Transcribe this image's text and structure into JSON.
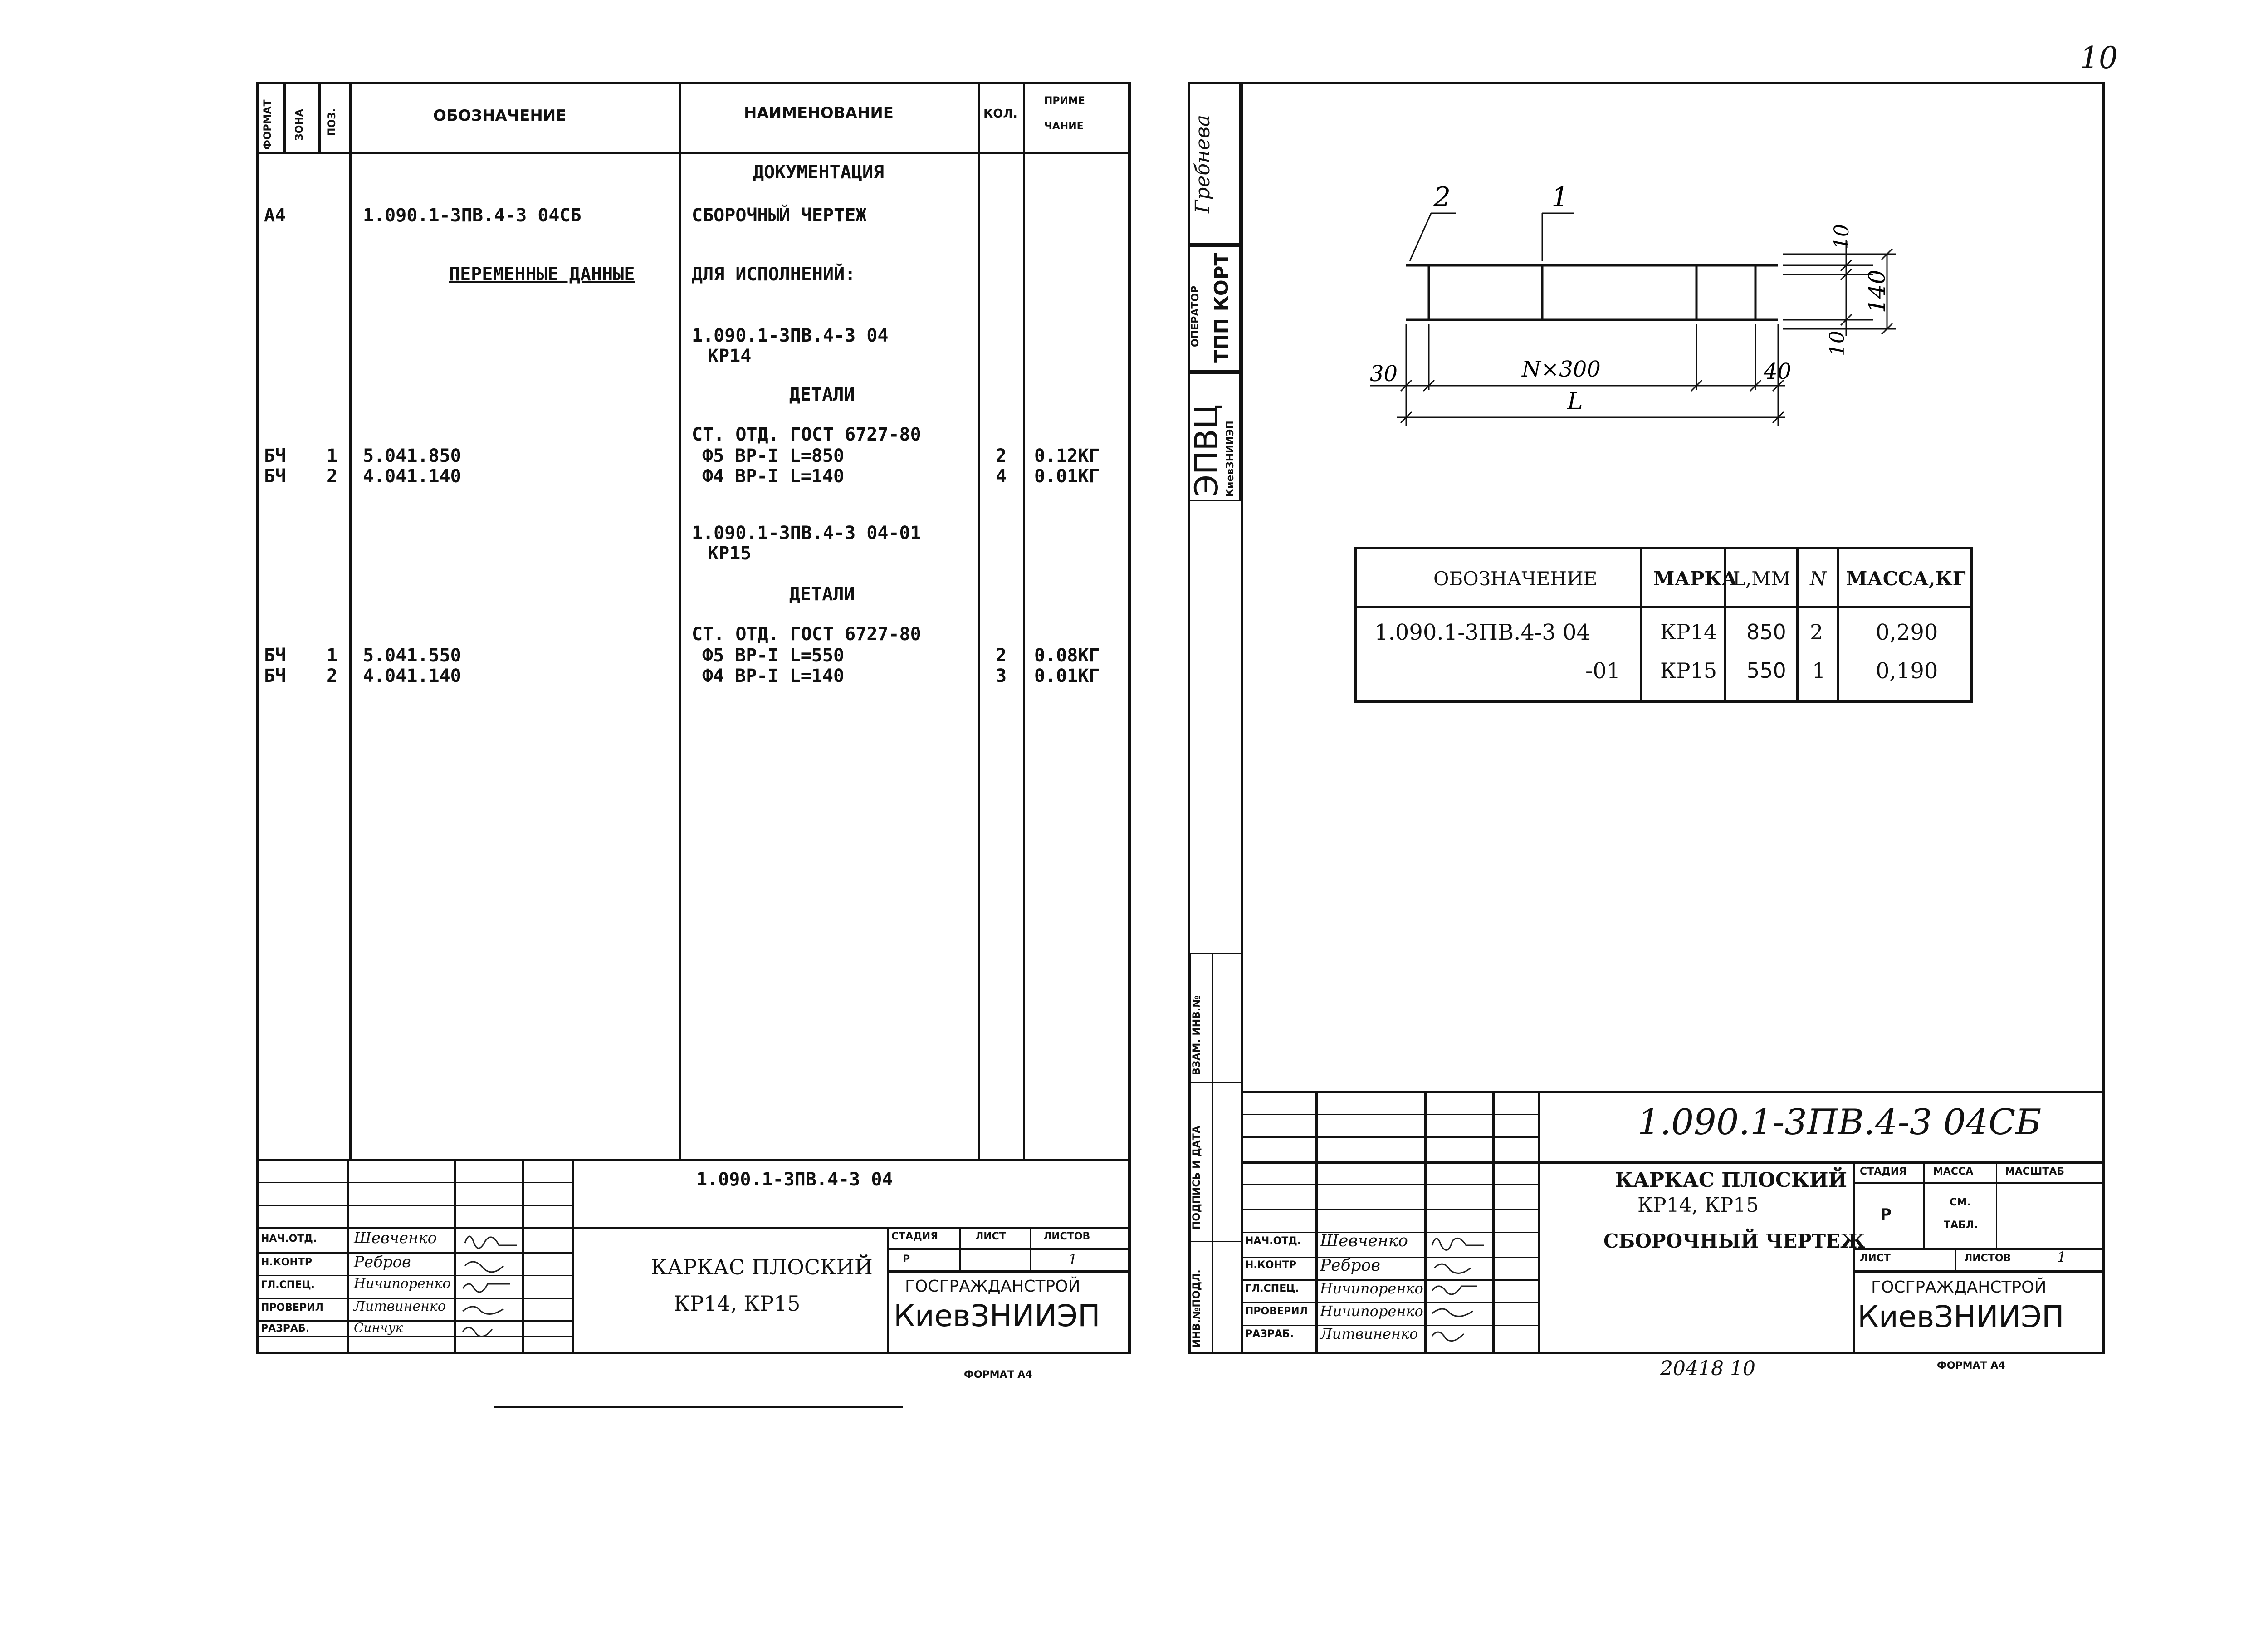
{
  "page_number": "10",
  "footer_number": "20418 10",
  "left_sheet": {
    "header": {
      "format": "ФОРМАТ",
      "zone": "ЗОНА",
      "pos": "ПОЗ.",
      "designation": "ОБОЗНАЧЕНИЕ",
      "name": "НАИМЕНОВАНИЕ",
      "qty": "КОЛ.",
      "note_line1": "ПРИМЕ",
      "note_line2": "ЧАНИЕ"
    },
    "lines": {
      "documentation": "ДОКУМЕНТАЦИЯ",
      "row1_format": "А4",
      "row1_designation": "1.090.1-3ПВ.4-3 04СБ",
      "row1_name": "СБОРОЧНЫЙ ЧЕРТЕЖ",
      "variable_data": "ПЕРЕМЕННЫЕ ДАННЫЕ",
      "for_versions": "ДЛЯ ИСПОЛНЕНИЙ:",
      "version1_line1": "1.090.1-3ПВ.4-3 04",
      "version1_line2": "КР14",
      "details1": "ДЕТАЛИ",
      "std1": "СТ. ОТД. ГОСТ 6727-80",
      "v1r1_format": "БЧ",
      "v1r1_pos": "1",
      "v1r1_designation": "5.041.850",
      "v1r1_name": "Ф5 ВР-I L=850",
      "v1r1_qty": "2",
      "v1r1_note": "0.12КГ",
      "v1r2_format": "БЧ",
      "v1r2_pos": "2",
      "v1r2_designation": "4.041.140",
      "v1r2_name": "Ф4 ВР-I L=140",
      "v1r2_qty": "4",
      "v1r2_note": "0.01КГ",
      "version2_line1": "1.090.1-3ПВ.4-3 04-01",
      "version2_line2": "КР15",
      "details2": "ДЕТАЛИ",
      "std2": "СТ. ОТД. ГОСТ 6727-80",
      "v2r1_format": "БЧ",
      "v2r1_pos": "1",
      "v2r1_designation": "5.041.550",
      "v2r1_name": "Ф5 ВР-I L=550",
      "v2r1_qty": "2",
      "v2r1_note": "0.08КГ",
      "v2r2_format": "БЧ",
      "v2r2_pos": "2",
      "v2r2_designation": "4.041.140",
      "v2r2_name": "Ф4 ВР-I L=140",
      "v2r2_qty": "3",
      "v2r2_note": "0.01КГ"
    },
    "title_block": {
      "designation": "1.090.1-3ПВ.4-3 04",
      "title_line1": "КАРКАС ПЛОСКИЙ",
      "title_line2": "КР14, КР15",
      "stage_label": "СТАДИЯ",
      "sheet_label": "ЛИСТ",
      "sheets_label": "ЛИСТОВ",
      "stage_value": "Р",
      "sheets_value": "1",
      "org_line1": "ГОСГРАЖДАНСТРОЙ",
      "org_line2": "КиевЗНИИЭП",
      "roles": [
        "НАЧ.ОТД.",
        "Н.КОНТР",
        "ГЛ.СПЕЦ.",
        "ПРОВЕРИЛ",
        "РАЗРАБ."
      ],
      "names": [
        "Шевченко",
        "Ребров",
        "Ничипоренко",
        "Литвиненко",
        "Синчук"
      ]
    },
    "format_label": "ФОРМАТ А4"
  },
  "right_sheet": {
    "side_stamp": {
      "handwritten1": "Гребнева",
      "operator_label": "ОПЕРАТОР",
      "operator_value": "ТПП КОРТ",
      "epvc": "ЭПВЦ",
      "institute": "КиевЗНИИЭП",
      "inv_replace": "ВЗАМ. ИНВ.№",
      "sign_date": "ПОДПИСЬ И ДАТА",
      "inv_orig": "ИНВ.№ПОДЛ."
    },
    "drawing": {
      "leader1": "1",
      "leader2": "2",
      "dim_10_top": "10",
      "dim_140": "140",
      "dim_10_bottom": "10",
      "dim_30": "30",
      "dim_nx300": "N×300",
      "dim_40": "40",
      "dim_L": "L"
    },
    "table": {
      "headers": [
        "ОБОЗНАЧЕНИЕ",
        "МАРКА",
        "L,ММ",
        "N",
        "МАССА,КГ"
      ],
      "rows": [
        [
          "1.090.1-3ПВ.4-3 04",
          "КР14",
          "850",
          "2",
          "0,290"
        ],
        [
          "-01",
          "КР15",
          "550",
          "1",
          "0,190"
        ]
      ]
    },
    "title_block": {
      "designation": "1.090.1-3ПВ.4-3 04СБ",
      "title_line1": "КАРКАС ПЛОСКИЙ",
      "title_line2": "КР14, КР15",
      "title_line3": "СБОРОЧНЫЙ ЧЕРТЕЖ",
      "stage_label": "СТАДИЯ",
      "mass_label": "МАССА",
      "scale_label": "МАСШТАБ",
      "stage_value": "Р",
      "mass_value_line1": "СМ.",
      "mass_value_line2": "ТАБЛ.",
      "sheet_label": "ЛИСТ",
      "sheets_label": "ЛИСТОВ",
      "sheets_value": "1",
      "org_line1": "ГОСГРАЖДАНСТРОЙ",
      "org_line2": "КиевЗНИИЭП",
      "roles": [
        "НАЧ.ОТД.",
        "Н.КОНТР",
        "ГЛ.СПЕЦ.",
        "ПРОВЕРИЛ",
        "РАЗРАБ."
      ],
      "names": [
        "Шевченко",
        "Ребров",
        "Ничипоренко",
        "Ничипоренко",
        "Литвиненко"
      ]
    },
    "format_label": "ФОРМАТ А4"
  }
}
